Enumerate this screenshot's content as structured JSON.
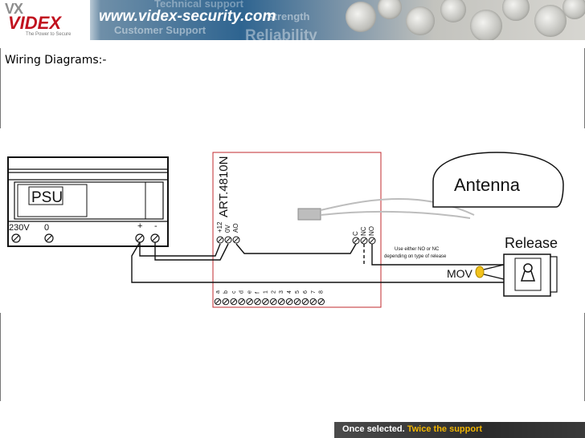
{
  "banner": {
    "logo_vx": "VX",
    "logo_name": "VIDEX",
    "logo_tagline": "The Power to Secure",
    "url": "www.videx-security.com",
    "tagline_technical": "Technical support",
    "tagline_strength": "Strength",
    "tagline_customer": "Customer Support",
    "tagline_reliability": "Reliability"
  },
  "slide": {
    "title": "Wiring Diagrams:-"
  },
  "diagram": {
    "psu": {
      "label": "PSU",
      "voltage": "230V",
      "zero": "0",
      "plus": "+",
      "minus": "-"
    },
    "module": {
      "name": "ART.4810N",
      "top_terminals": [
        "+12",
        "0V",
        "AO"
      ],
      "relay_terminals": [
        "C",
        "NC",
        "NO"
      ],
      "bottom_terminals": [
        "a",
        "b",
        "c",
        "d",
        "e",
        "f",
        "1",
        "2",
        "3",
        "4",
        "5",
        "6",
        "7",
        "8"
      ]
    },
    "antenna": {
      "label": "Antenna"
    },
    "release": {
      "label": "Release"
    },
    "mov": {
      "label": "MOV"
    },
    "note_line1": "Use either NO or NC",
    "note_line2": "depending on type of release"
  },
  "footer": {
    "part1": "Once selected.",
    "part2": "Twice the support"
  },
  "colors": {
    "brand_red": "#c1121f",
    "banner_blue": "#2e6490",
    "module_outline": "#c0282d",
    "mov_yellow": "#f2c21b",
    "footer_gold": "#f0b400"
  }
}
